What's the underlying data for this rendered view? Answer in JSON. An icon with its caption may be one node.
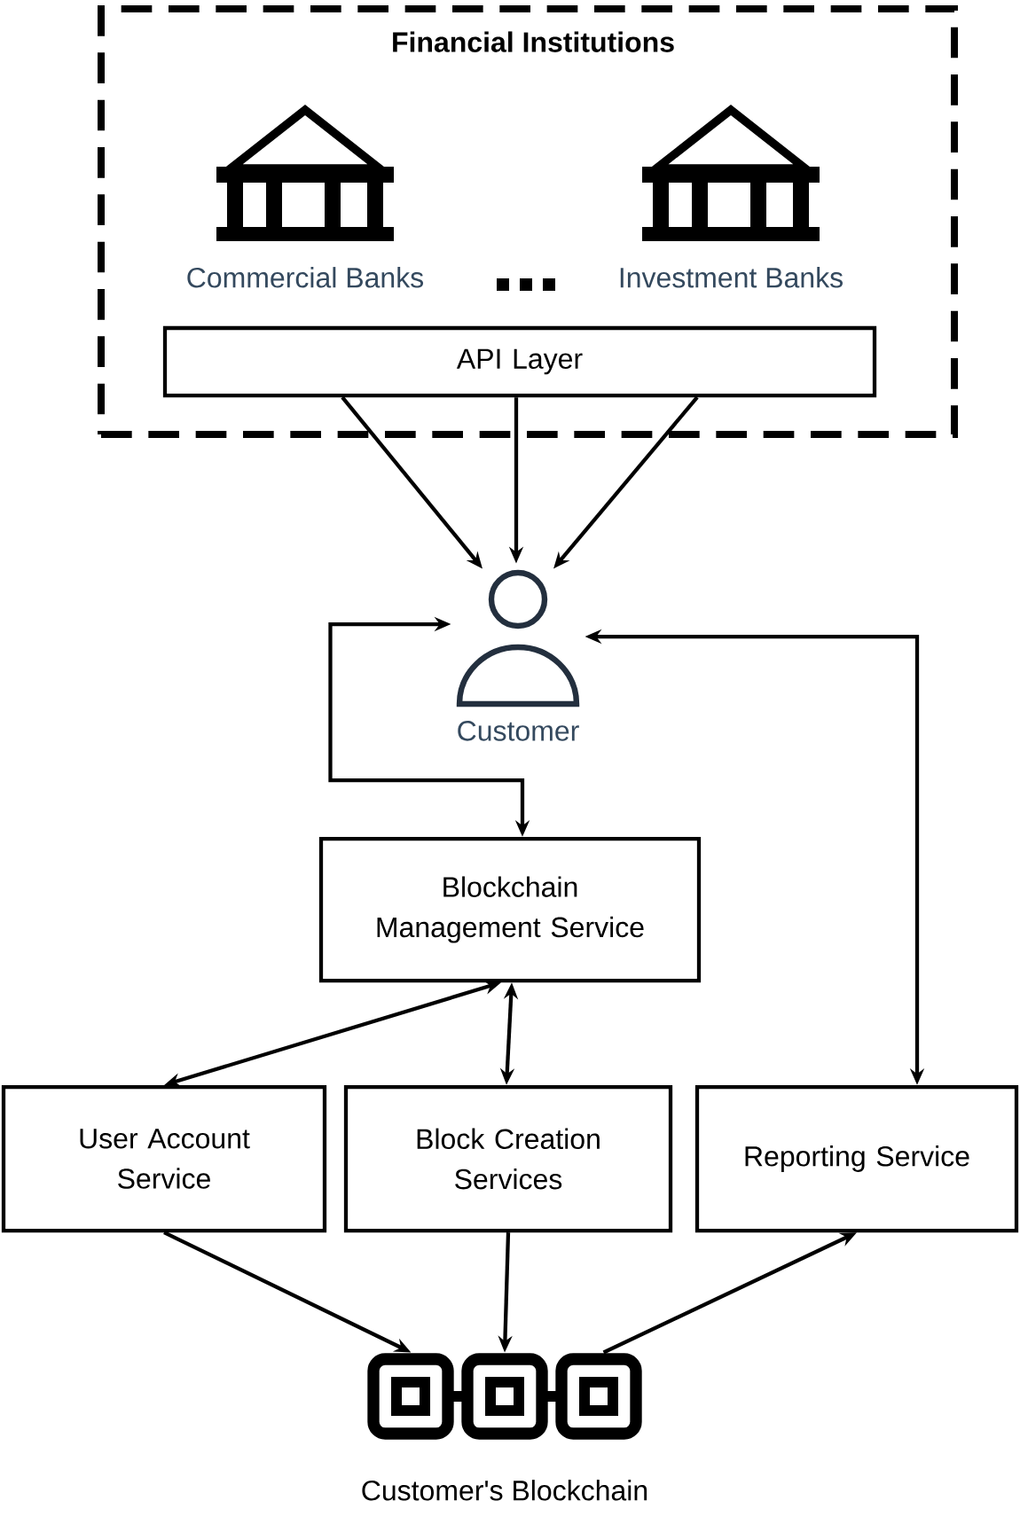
{
  "diagram": {
    "nodes": [
      {
        "text": [
          "Financial Institutions"
        ]
      },
      {
        "text": [
          "Commercial Banks"
        ],
        "in": 0
      },
      {
        "text": [
          "Investment Banks"
        ],
        "in": 0
      },
      {
        "text": [
          "API Layer"
        ],
        "in": 0
      },
      {
        "text": [
          "Customer"
        ]
      },
      {
        "text": [
          "Blockchain Management Service"
        ]
      },
      {
        "text": [
          "User Account Service"
        ]
      },
      {
        "text": [
          "Block Creation Services"
        ]
      },
      {
        "text": [
          "Reporting Service"
        ]
      },
      {
        "text": [
          "Customer's Blockchain"
        ]
      }
    ],
    "edges": [
      {
        "from": 3,
        "to": 4,
        "arrow": "to"
      },
      {
        "from": 3,
        "to": 4,
        "arrow": "to"
      },
      {
        "from": 3,
        "to": 4,
        "arrow": "to"
      },
      {
        "from": 4,
        "to": 5,
        "arrow": "both"
      },
      {
        "from": 4,
        "to": 8,
        "arrow": "both"
      },
      {
        "from": 5,
        "to": 6,
        "arrow": "both"
      },
      {
        "from": 5,
        "to": 7,
        "arrow": "both"
      },
      {
        "from": 6,
        "to": 9,
        "arrow": "to"
      },
      {
        "from": 7,
        "to": 9,
        "arrow": "to"
      },
      {
        "from": 9,
        "to": 8,
        "arrow": "to"
      }
    ]
  }
}
